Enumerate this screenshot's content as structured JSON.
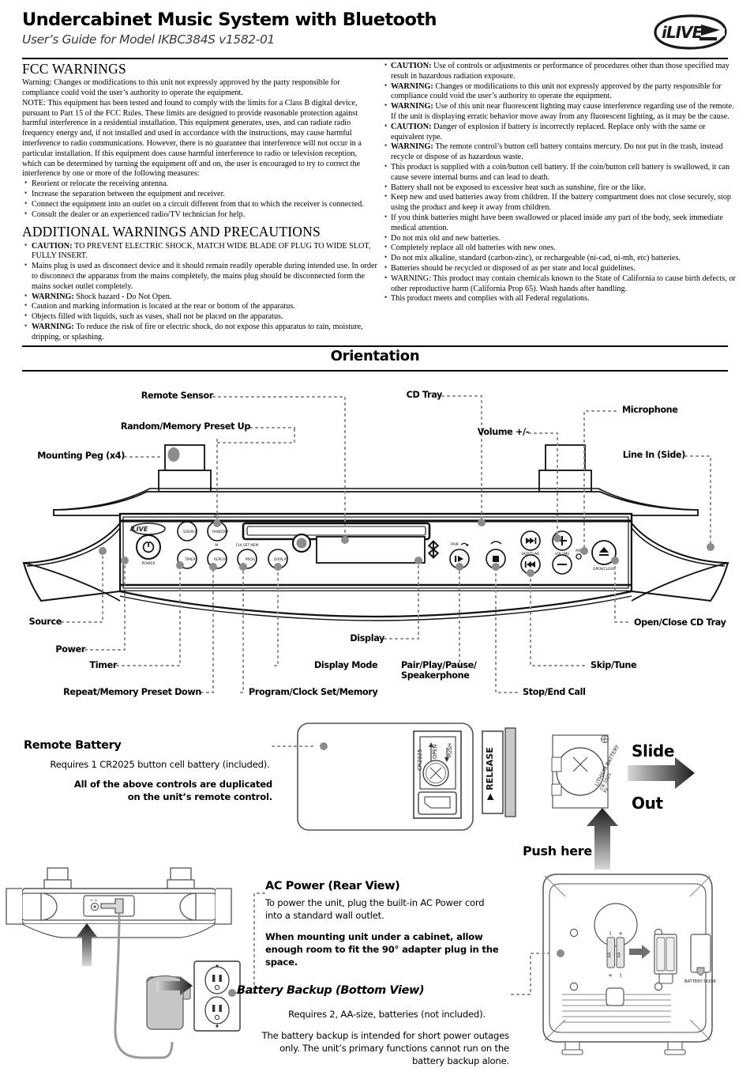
{
  "header": {
    "title": "Undercabinet Music System with Bluetooth",
    "subtitle": "User’s Guide for Model IKBC384S v1582-01",
    "logo": "iLIVE"
  },
  "fcc": {
    "heading": "FCC WARNINGS",
    "warning": "Warning: Changes or modifications to this unit not expressly approved by the party responsible for compliance could void the user’s authority to operate the equipment.",
    "note": "NOTE: This equipment has been tested and found to comply with the limits for a Class B digital device, pursuant to Part 15 of the FCC Rules. These limits are designed to provide reasonable protection against harmful interference in a residential installation. This equipment generates, uses, and can radiate radio frequency energy and, if not installed and used in accordance with the instructions, may cause harmful interference to radio communications. However, there is no guarantee that interference will not occur in a particular installation. If this equipment does cause harmful interference to radio or television reception, which can be determined by turning the equipment off and on, the user is encouraged to try to correct the interference by one or more of the following measures:",
    "measures": [
      "Reorient or relocate the receiving antenna.",
      "Increase the separation between the equipment and receiver.",
      "Connect the equipment into an outlet on a circuit different from that to which the receiver is connected.",
      "Consult the dealer or an experienced radio/TV technician for help."
    ]
  },
  "additional": {
    "heading": "ADDITIONAL WARNINGS AND PRECAUTIONS",
    "items": [
      {
        "lead": "CAUTION",
        "sep": ": ",
        "text": "TO PREVENT ELECTRIC SHOCK, MATCH WIDE BLADE OF PLUG TO WIDE SLOT, FULLY INSERT."
      },
      {
        "lead": "",
        "sep": "",
        "text": "Mains plug is used as disconnect device and it should remain readily operable during intended use. In order to disconnect the apparatus from the mains completely, the mains plug should be disconnected form the mains socket outlet completely."
      },
      {
        "lead": "WARNING",
        "sep": ": ",
        "text": "Shock hazard - Do Not Open."
      },
      {
        "lead": "",
        "sep": "",
        "text": "Caution and marking information is located at the rear or bottom of the apparatus."
      },
      {
        "lead": "",
        "sep": "",
        "text": "Objects filled with liquids, such as vases, shall not be placed on the apparatus."
      },
      {
        "lead": "WARNING:",
        "sep": " ",
        "text": "To reduce the risk of fire or electric shock, do not expose this apparatus to rain, moisture, dripping, or splashing."
      }
    ]
  },
  "right_warnings": {
    "items": [
      {
        "lead": "CAUTION:",
        "sep": " ",
        "text": "Use of controls or adjustments or performance of procedures other than those specified may result in hazardous radiation exposure."
      },
      {
        "lead": "WARNING:",
        "sep": " ",
        "text": "Changes or modifications to this unit not expressly approved by the party responsible for compliance could void the user’s authority to operate the equipment."
      },
      {
        "lead": "WARNING:",
        "sep": " ",
        "text": "Use of this unit near fluorescent lighting may cause interference regarding use of the remote. If the unit is displaying erratic behavior move away from any fluorescent lighting, as it may be the cause."
      },
      {
        "lead": "CAUTION:",
        "sep": " ",
        "text": "Danger of explosion if battery is incorrectly replaced. Replace only with the same or equivalent type."
      },
      {
        "lead": "WARNING:",
        "sep": " ",
        "text": "The remote control’s button cell battery contains mercury. Do not put in the trash, instead recycle or dispose of as hazardous waste."
      },
      {
        "lead": "",
        "sep": "",
        "text": "This product is supplied with a coin/button cell battery. If the coin/button cell battery is swallowed, it can cause severe internal burns and can lead to death."
      },
      {
        "lead": "",
        "sep": "",
        "text": "Battery shall not be exposed to excessive heat such as sunshine, fire or the like."
      },
      {
        "lead": "",
        "sep": "",
        "text": "Keep new and used batteries away from children. If the battery compartment does not close securely, stop using the product and keep it away from children."
      },
      {
        "lead": "",
        "sep": "",
        "text": "If you think batteries might have been swallowed or placed inside any part of the body, seek immediate medical attention."
      },
      {
        "lead": "",
        "sep": "",
        "text": "Do not mix old and new batteries."
      },
      {
        "lead": "",
        "sep": "",
        "text": "Completely replace all old batteries with new ones."
      },
      {
        "lead": "",
        "sep": "",
        "text": "Do not mix alkaline, standard (carbon-zinc), or rechargeable (ni-cad, ni-mh, etc) batteries."
      },
      {
        "lead": "",
        "sep": "",
        "text": "Batteries should be recycled or disposed of as per state and local guidelines."
      },
      {
        "lead": "",
        "sep": "",
        "text": "WARNING: This product may contain chemicals known to the State of California to cause birth defects, or other reproductive harm (California Prop 65). Wash hands after handling."
      },
      {
        "lead": "",
        "sep": "",
        "text": "This product meets and complies with all Federal regulations."
      }
    ]
  },
  "orientation": {
    "title": "Orientation",
    "callouts": {
      "remote_sensor": "Remote Sensor",
      "random_preset_up": "Random/Memory Preset Up",
      "mounting_peg": "Mounting Peg (x4)",
      "cd_tray": "CD Tray",
      "volume": "Volume +/-",
      "microphone": "Microphone",
      "line_in": "Line In (Side)",
      "source": "Source",
      "power": "Power",
      "timer": "Timer",
      "repeat_preset_down": "Repeat/Memory Preset Down",
      "program_clock": "Program/Clock Set/Memory",
      "display_mode": "Display Mode",
      "display": "Display",
      "pair_play_pause_1": "Pair/Play/Pause/",
      "pair_play_pause_2": "Speakerphone",
      "stop_end_call": "Stop/End Call",
      "skip_tune": "Skip/Tune",
      "open_close": "Open/Close CD Tray"
    },
    "panel": {
      "logo": "iLIVE",
      "power": "POWER",
      "source": "SOURCE",
      "random": "RANDOM",
      "m_plus": "M+",
      "timer": "TIMER",
      "repeat": "REPEAT",
      "m_minus": "M-",
      "prog": "PROG",
      "clk_set_mem": "CLK SET MEM",
      "display": "DISPLAY",
      "pair": "PAIR",
      "skip_tune": "SKIP/TUNE",
      "volume": "VOLUME",
      "mic": "MIC",
      "open_close": "OPEN/CLOSE"
    }
  },
  "remote": {
    "heading": "Remote Battery",
    "line1": "Requires 1 CR2025 button cell battery (included).",
    "line2a": "All of the above controls are duplicated",
    "line2b": "on the unit’s remote control.",
    "slide": "Slide",
    "out": "Out",
    "push_here": "Push here",
    "diagram": {
      "cr2025": "CR2025",
      "open": "OPEN",
      "push": "PUSH",
      "release": "RELEASE",
      "battery_label_1": "LITHIUM BATTERY",
      "battery_label_2": "CR 2025",
      "battery_label_3": "3V"
    }
  },
  "ac_power": {
    "heading": "AC Power (Rear View)",
    "p1": "To power the unit, plug the built-in AC Power cord into a standard wall outlet.",
    "p2": "When mounting unit under a cabinet, allow enough room to fit the 90° adapter plug in the space."
  },
  "battery_backup": {
    "heading": "Battery Backup (Bottom View)",
    "p1": "Requires 2, AA-size, batteries (not included).",
    "p2": "The battery backup is intended for short power outages only. The unit’s primary functions cannot run on the battery backup alone.",
    "diagram": {
      "battery_door": "BATTERY DOOR",
      "aa": "AA",
      "plus": "+",
      "minus": "I"
    }
  }
}
